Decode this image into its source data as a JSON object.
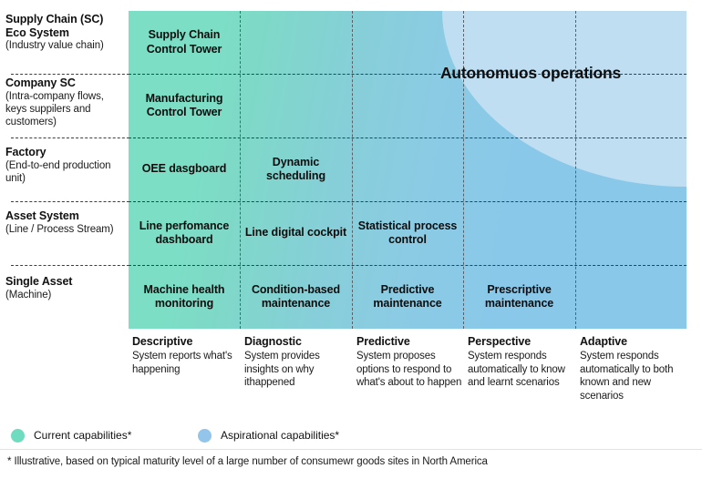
{
  "colors": {
    "current": "#6fdcc0",
    "aspirational": "#93c5ea",
    "grid_teal": "#7cdfc5",
    "grid_blue": "#8ac8ea",
    "disc_light_blue": "#bfdef2",
    "text": "#111111"
  },
  "rows": [
    {
      "title": "Supply Chain (SC) Eco System",
      "subtitle": "(Industry value chain)"
    },
    {
      "title": "Company SC",
      "subtitle": "(Intra-company flows, keys suppilers and customers)"
    },
    {
      "title": "Factory",
      "subtitle": "(End-to-end production unit)"
    },
    {
      "title": "Asset System",
      "subtitle": "(Line / Process Stream)"
    },
    {
      "title": "Single Asset",
      "subtitle": "(Machine)"
    }
  ],
  "columns": [
    {
      "title": "Descriptive",
      "description": "System reports what's happening"
    },
    {
      "title": "Diagnostic",
      "description": "System provides insights on why ithappened"
    },
    {
      "title": "Predictive",
      "description": "System proposes options to respond to what's about to happen"
    },
    {
      "title": "Perspective",
      "description": "System responds automatically to know and learnt scenarios"
    },
    {
      "title": "Adaptive",
      "description": "System responds automatically to both known and new scenarios"
    }
  ],
  "cells": [
    {
      "row": 0,
      "col": 0,
      "label": "Supply Chain Control Tower"
    },
    {
      "row": 1,
      "col": 0,
      "label": "Manufacturing Control Tower"
    },
    {
      "row": 2,
      "col": 0,
      "label": "OEE dasgboard"
    },
    {
      "row": 2,
      "col": 1,
      "label": "Dynamic scheduling"
    },
    {
      "row": 3,
      "col": 0,
      "label": "Line perfomance dashboard"
    },
    {
      "row": 3,
      "col": 1,
      "label": "Line digital cockpit"
    },
    {
      "row": 3,
      "col": 2,
      "label": "Statistical process control"
    },
    {
      "row": 4,
      "col": 0,
      "label": "Machine health monitoring"
    },
    {
      "row": 4,
      "col": 1,
      "label": "Condition-based maintenance"
    },
    {
      "row": 4,
      "col": 2,
      "label": "Predictive maintenance"
    },
    {
      "row": 4,
      "col": 3,
      "label": "Prescriptive maintenance"
    }
  ],
  "overlay": {
    "autonomous_label": "Autonomuos operations"
  },
  "legend": [
    {
      "label": "Current capabilities*",
      "color": "#6fdcc0"
    },
    {
      "label": "Aspirational capabilities*",
      "color": "#93c5ea"
    }
  ],
  "footnote": "* Illustrative, based on typical maturity level of a large number of consumewr goods sites in North America"
}
